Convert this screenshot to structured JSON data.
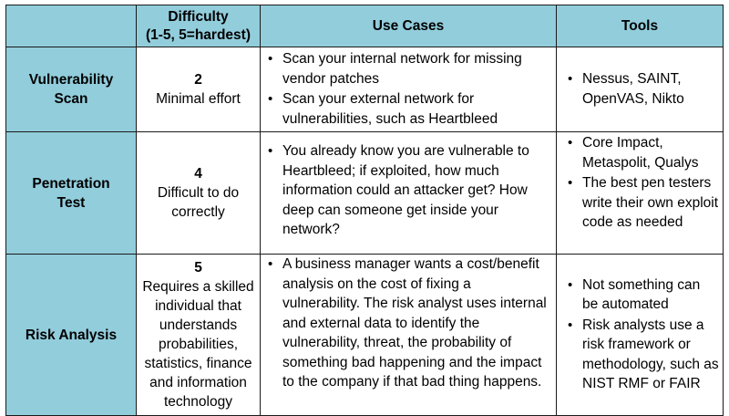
{
  "headers": {
    "difficulty": "Difficulty",
    "difficulty_sub": "(1-5, 5=hardest)",
    "use_cases": "Use Cases",
    "tools": "Tools"
  },
  "rows": [
    {
      "name": "Vulnerability Scan",
      "difficulty_score": "2",
      "difficulty_desc": "Minimal effort",
      "use_cases": [
        "Scan your internal network for missing vendor patches",
        "Scan your external network for vulnerabilities, such as Heartbleed"
      ],
      "tools": [
        "Nessus, SAINT, OpenVAS, Nikto"
      ]
    },
    {
      "name": "Penetration Test",
      "difficulty_score": "4",
      "difficulty_desc": "Difficult to do correctly",
      "use_cases": [
        "You already know you are vulnerable to Heartbleed; if exploited, how much information could an attacker get? How deep can someone get inside your network?"
      ],
      "tools": [
        "Core Impact, Metaspolit, Qualys",
        "The best pen testers write their own exploit code as needed"
      ]
    },
    {
      "name": "Risk Analysis",
      "difficulty_score": "5",
      "difficulty_desc": "Requires a skilled individual that understands probabilities, statistics, finance and information technology",
      "use_cases": [
        "A business manager wants a cost/benefit analysis on the cost of fixing a vulnerability. The risk analyst uses internal and external data to identify the vulnerability, threat, the probability of something bad happening and the impact to the company if that bad thing happens."
      ],
      "tools": [
        "Not something can be automated",
        "Risk analysts use a risk framework or methodology, such as NIST RMF or FAIR"
      ]
    }
  ]
}
